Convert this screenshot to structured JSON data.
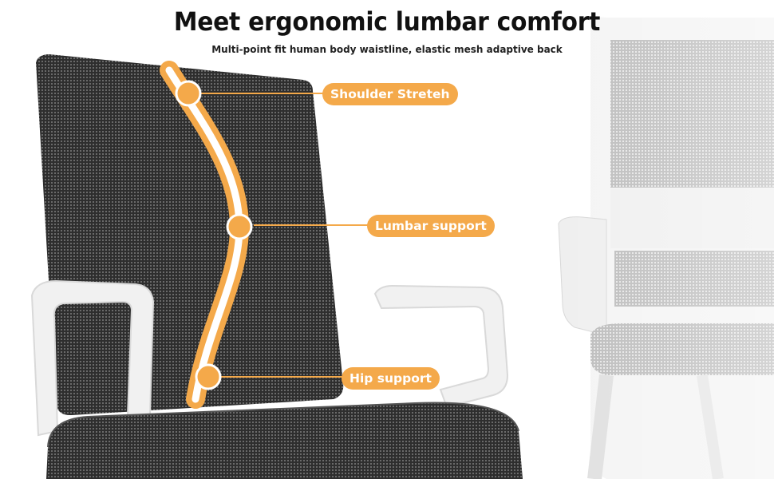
{
  "header": {
    "title": "Meet ergonomic lumbar comfort",
    "subtitle": "Multi-point fit human body waistline, elastic mesh adaptive back"
  },
  "callouts": {
    "shoulder": "Shoulder Streteh",
    "lumbar": "Lumbar support",
    "hip": "Hip support"
  },
  "colors": {
    "accent": "#f4a94a",
    "mesh": "#3a3a3a",
    "frame": "#f2f2f2"
  }
}
